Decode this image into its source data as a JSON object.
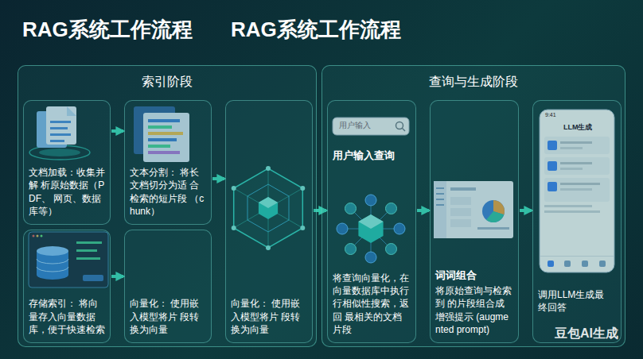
{
  "diagram": {
    "title": "RAG系统工作流程",
    "nodes": [
      {
        "text": [
          "索引阶段"
        ]
      },
      {
        "text": [
          "文档加载：收集并解 析原始数据（PDF、 网页、数据库等）"
        ],
        "in": 0
      },
      {
        "text": [
          "存储索引： 将向量存入向量数据 库，便于快速检索"
        ],
        "in": 0
      },
      {
        "text": [
          "文本分割： 将长文档切分为适 合检索的短片段 （chunk）"
        ],
        "in": 0
      },
      {
        "text": [
          "向量化： 使用嵌入模型将片 段转换为向量"
        ],
        "in": 0
      },
      {
        "text": [
          "向量化： 使用嵌入模型将片 段转换为向量"
        ],
        "in": 0
      },
      {
        "text": [
          "查询与生成阶段"
        ]
      },
      {
        "text": [
          "用户输入查询",
          "将查询向量化，在 向量数据库中执行 行相似性搜索，返回 最相关的文档片段"
        ],
        "in": 6
      },
      {
        "text": [
          "词词组合",
          "将原始查询与检索到 的片段组合成增强提示 (augmented prompt)"
        ],
        "in": 6
      },
      {
        "text": [
          "调用LLM生成最 终回答"
        ],
        "in": 6
      }
    ],
    "edges": [
      {
        "from": 1,
        "to": 3,
        "arrow": "to"
      },
      {
        "from": 2,
        "to": 4,
        "arrow": "to"
      },
      {
        "from": 3,
        "to": 5,
        "arrow": "to"
      },
      {
        "from": 5,
        "to": 7,
        "arrow": "to"
      },
      {
        "from": 7,
        "to": 8,
        "arrow": "to"
      },
      {
        "from": 8,
        "to": 9,
        "arrow": "to"
      }
    ],
    "labels": [
      "RAG系统工作流程",
      "用户输入",
      "9:41",
      "LLM生成",
      "豆包AI生成"
    ]
  }
}
